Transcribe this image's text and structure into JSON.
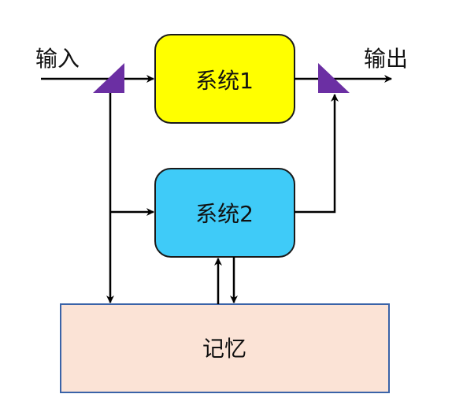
{
  "labels": {
    "input": "输入",
    "output": "输出",
    "system1": "系统1",
    "system2": "系统2",
    "memory": "记忆"
  },
  "colors": {
    "system1_fill": "#ffff00",
    "system2_fill": "#3fcbf8",
    "memory_fill": "#fbe3d6",
    "memory_border": "#3a63a8",
    "node_border": "#1a1a1a",
    "line": "#000000",
    "junction": "#6b2fa3"
  }
}
